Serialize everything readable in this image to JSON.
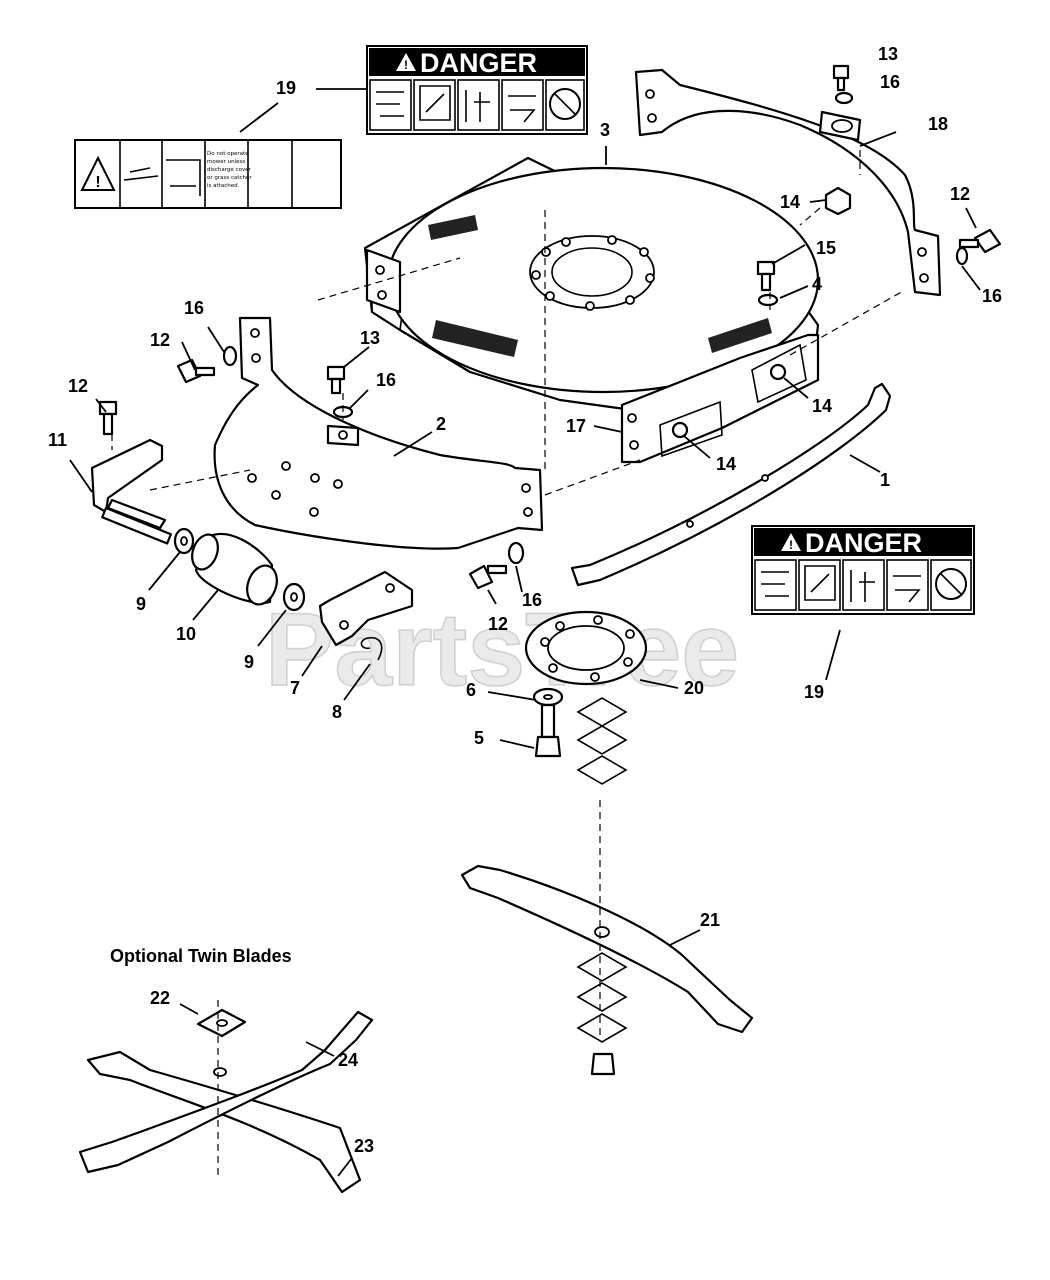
{
  "watermark": "PartsTree",
  "warning_labels": {
    "danger_title": "DANGER",
    "small_label_lines": [
      "Do not operate",
      "mower unless",
      "discharge cover",
      "or grass catcher",
      "is attached."
    ]
  },
  "callouts": {
    "c1": "1",
    "c2": "2",
    "c3": "3",
    "c4": "4",
    "c5": "5",
    "c6": "6",
    "c7": "7",
    "c8": "8",
    "c9": "9",
    "c10": "10",
    "c11": "11",
    "c12": "12",
    "c13": "13",
    "c14": "14",
    "c15": "15",
    "c16": "16",
    "c17": "17",
    "c18": "18",
    "c19": "19",
    "c20": "20",
    "c21": "21",
    "c22": "22",
    "c23": "23",
    "c24": "24"
  },
  "caption": "Optional Twin Blades"
}
